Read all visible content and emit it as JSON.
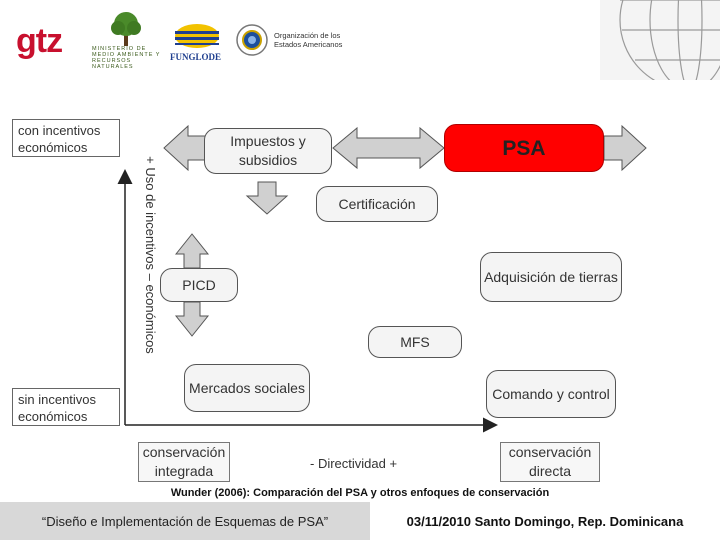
{
  "header": {
    "gtz": "gtz",
    "ministry": "MINISTERIO DE MEDIO AMBIENTE Y RECURSOS NATURALES",
    "funglode": "FUNGLODE",
    "oea_line1": "Organización de los",
    "oea_line2": "Estados Americanos"
  },
  "diagram": {
    "corner_top_left": "con incentivos económicos",
    "corner_bottom_left": "sin incentivos económicos",
    "y_axis_label": "+ Uso de incentivos – económicos",
    "x_axis_label": "- Directividad +",
    "x_left_label": "conservación integrada",
    "x_right_label": "conservación directa",
    "boxes": {
      "impuestos": "Impuestos y subsidios",
      "psa": "PSA",
      "certificacion": "Certificación",
      "adquisicion": "Adquisición de tierras",
      "picd": "PICD",
      "mfs": "MFS",
      "mercados": "Mercados sociales",
      "comando": "Comando y control"
    },
    "colors": {
      "psa": "#ff0000",
      "box_fill": "#f4f4f4",
      "arrow_fill": "#d0d0d0"
    }
  },
  "caption": "Wunder (2006): Comparación del PSA y otros enfoques de conservación",
  "footer": {
    "left": "“Diseño e Implementación de Esquemas de PSA”",
    "right": "03/11/2010 Santo Domingo, Rep. Dominicana"
  }
}
